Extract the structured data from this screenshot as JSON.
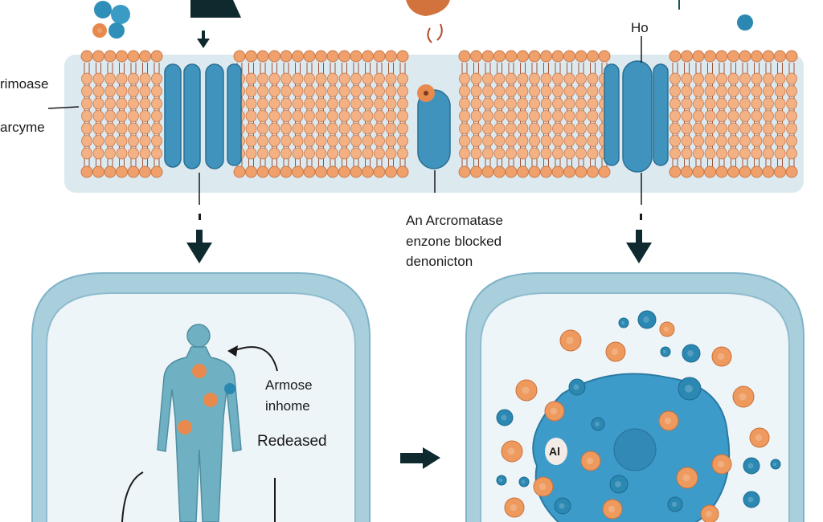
{
  "labels": {
    "ho": "Ho",
    "left_label_1": "rimoase",
    "left_label_2": "arcyme",
    "center_1": "An Arcromatase",
    "center_2": "enzone blocked",
    "center_3": "denonicton",
    "panel_1": "Armose",
    "panel_2": "inhome",
    "panel_3": "Redeased",
    "cell_tag": "Al"
  },
  "colors": {
    "lipid": "#f0a06a",
    "protein": "#3f93bd",
    "membrane_bg": "#dce9ef",
    "panel": "#9cc7d8",
    "cell": "#3d9bc9",
    "arrow": "#0f2a2e"
  }
}
